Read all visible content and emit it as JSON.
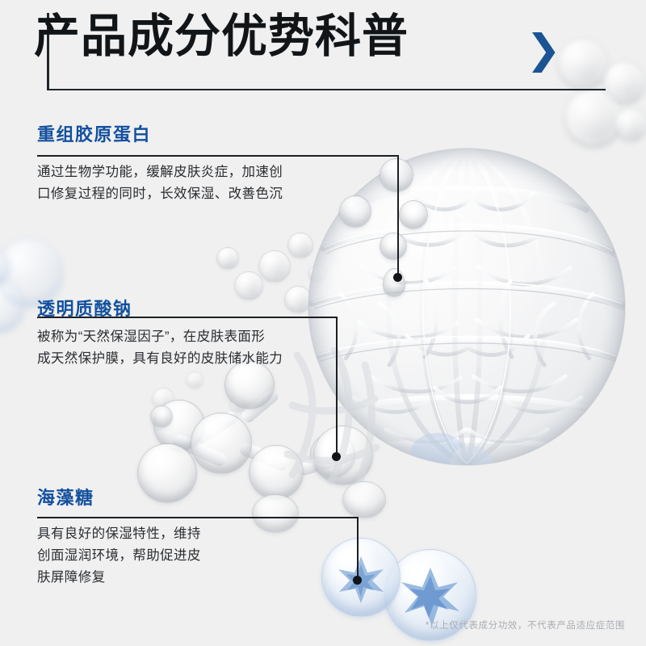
{
  "header": {
    "title": "产品成分优势科普",
    "chevron_icon": "chevron-right-icon",
    "chevron_glyph": "❯",
    "accent_color": "#1a5494",
    "rule_color": "#20262c"
  },
  "ingredients": [
    {
      "name": "重组胶原蛋白",
      "lines": [
        "通过生物学功能，缓解皮肤炎症，加速创",
        "口修复过程的同时，长效保湿、改善色沉"
      ],
      "title_color": "#12509e"
    },
    {
      "name": "透明质酸钠",
      "lines": [
        "被称为“天然保湿因子”，在皮肤表面形",
        "成天然保护膜，具有良好的皮肤储水能力"
      ],
      "title_color": "#12509e"
    },
    {
      "name": "海藻糖",
      "lines": [
        "具有良好的保湿特性，维持",
        "创面湿润环境，帮助促进皮",
        "肤屏障修复"
      ],
      "title_color": "#12509e"
    }
  ],
  "footnote": "*以上仅代表成分功效，不代表产品适应症范围",
  "background": {
    "sphere_label": "gel-mesh-sphere",
    "molecule_label": "molecule-cluster",
    "ice_label": "ice-crystal-spheres",
    "base_color": "#f0f0f0"
  }
}
